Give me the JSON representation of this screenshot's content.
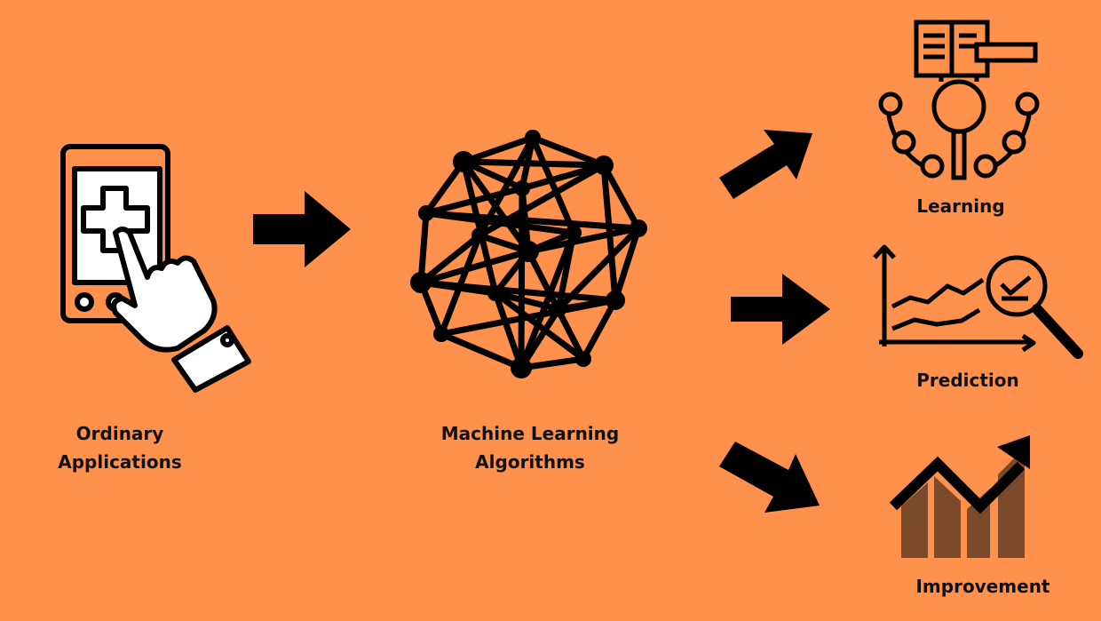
{
  "labels": {
    "ordinary_line1": "Ordinary",
    "ordinary_line2": "Applications",
    "ml_line1": "Machine Learning",
    "ml_line2": "Algorithms",
    "learning": "Learning",
    "prediction": "Prediction",
    "improvement": "Improvement"
  },
  "colors": {
    "background": "#FF914D",
    "ink": "#000000",
    "bars": "#7B4A2B"
  }
}
